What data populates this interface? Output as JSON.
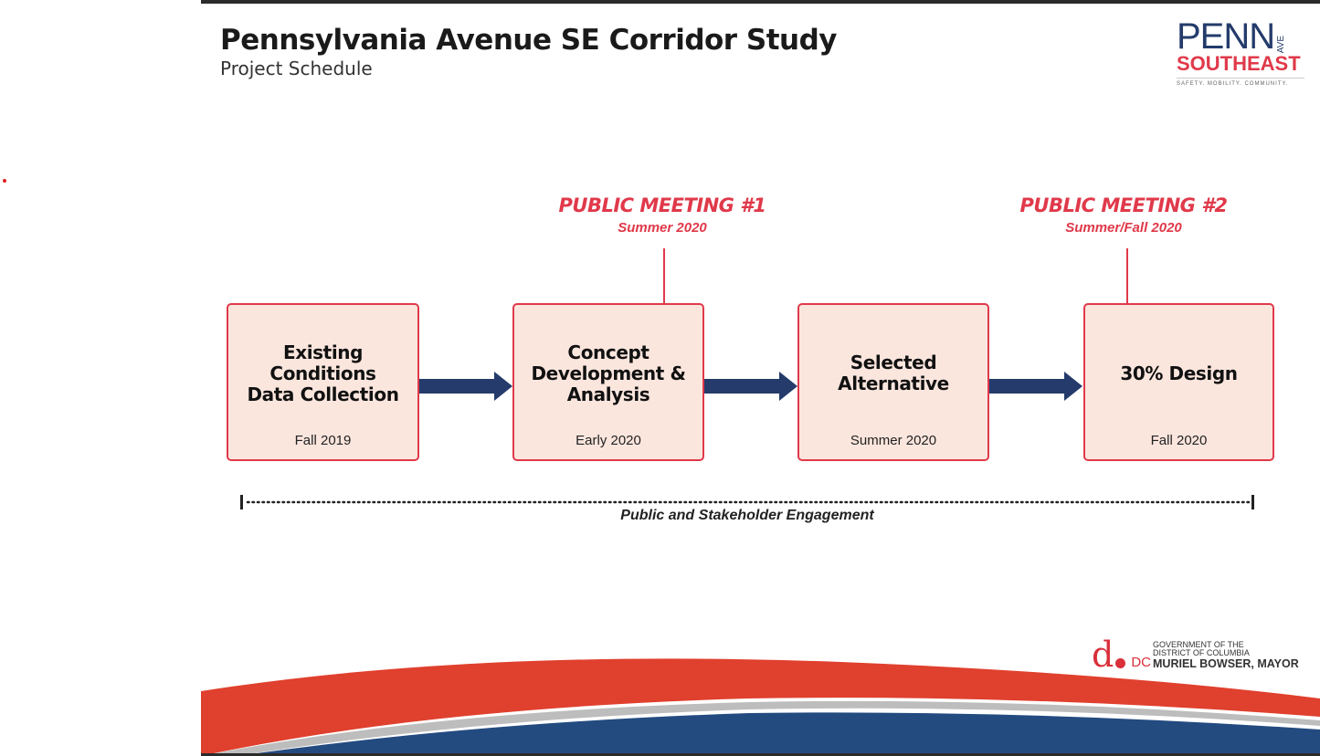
{
  "header": {
    "title": "Pennsylvania Avenue SE Corridor Study",
    "subtitle": "Project Schedule"
  },
  "logo": {
    "penn": "PENN",
    "ave": "AVE",
    "southeast": "SOUTHEAST",
    "tagline": "SAFETY. MOBILITY. COMMUNITY."
  },
  "meetings": [
    {
      "title": "PUBLIC MEETING #1",
      "date": "Summer 2020"
    },
    {
      "title": "PUBLIC MEETING #2",
      "date": "Summer/Fall 2020"
    }
  ],
  "phases": [
    {
      "lines": [
        "Existing Conditions",
        "Data Collection"
      ],
      "date": "Fall 2019"
    },
    {
      "lines": [
        "Concept",
        "Development &",
        "Analysis"
      ],
      "date": "Early 2020"
    },
    {
      "lines": [
        "Selected",
        "Alternative"
      ],
      "date": "Summer 2020"
    },
    {
      "lines": [
        "30% Design"
      ],
      "date": "Fall 2020"
    }
  ],
  "engagement": "Public and Stakeholder Engagement",
  "footer": {
    "gov1": "GOVERNMENT OF THE",
    "gov2": "DISTRICT OF COLUMBIA",
    "mayor": "MURIEL BOWSER, MAYOR"
  },
  "colors": {
    "red": "#e0394a",
    "navy": "#243b6b",
    "fill": "#fbe6de"
  }
}
